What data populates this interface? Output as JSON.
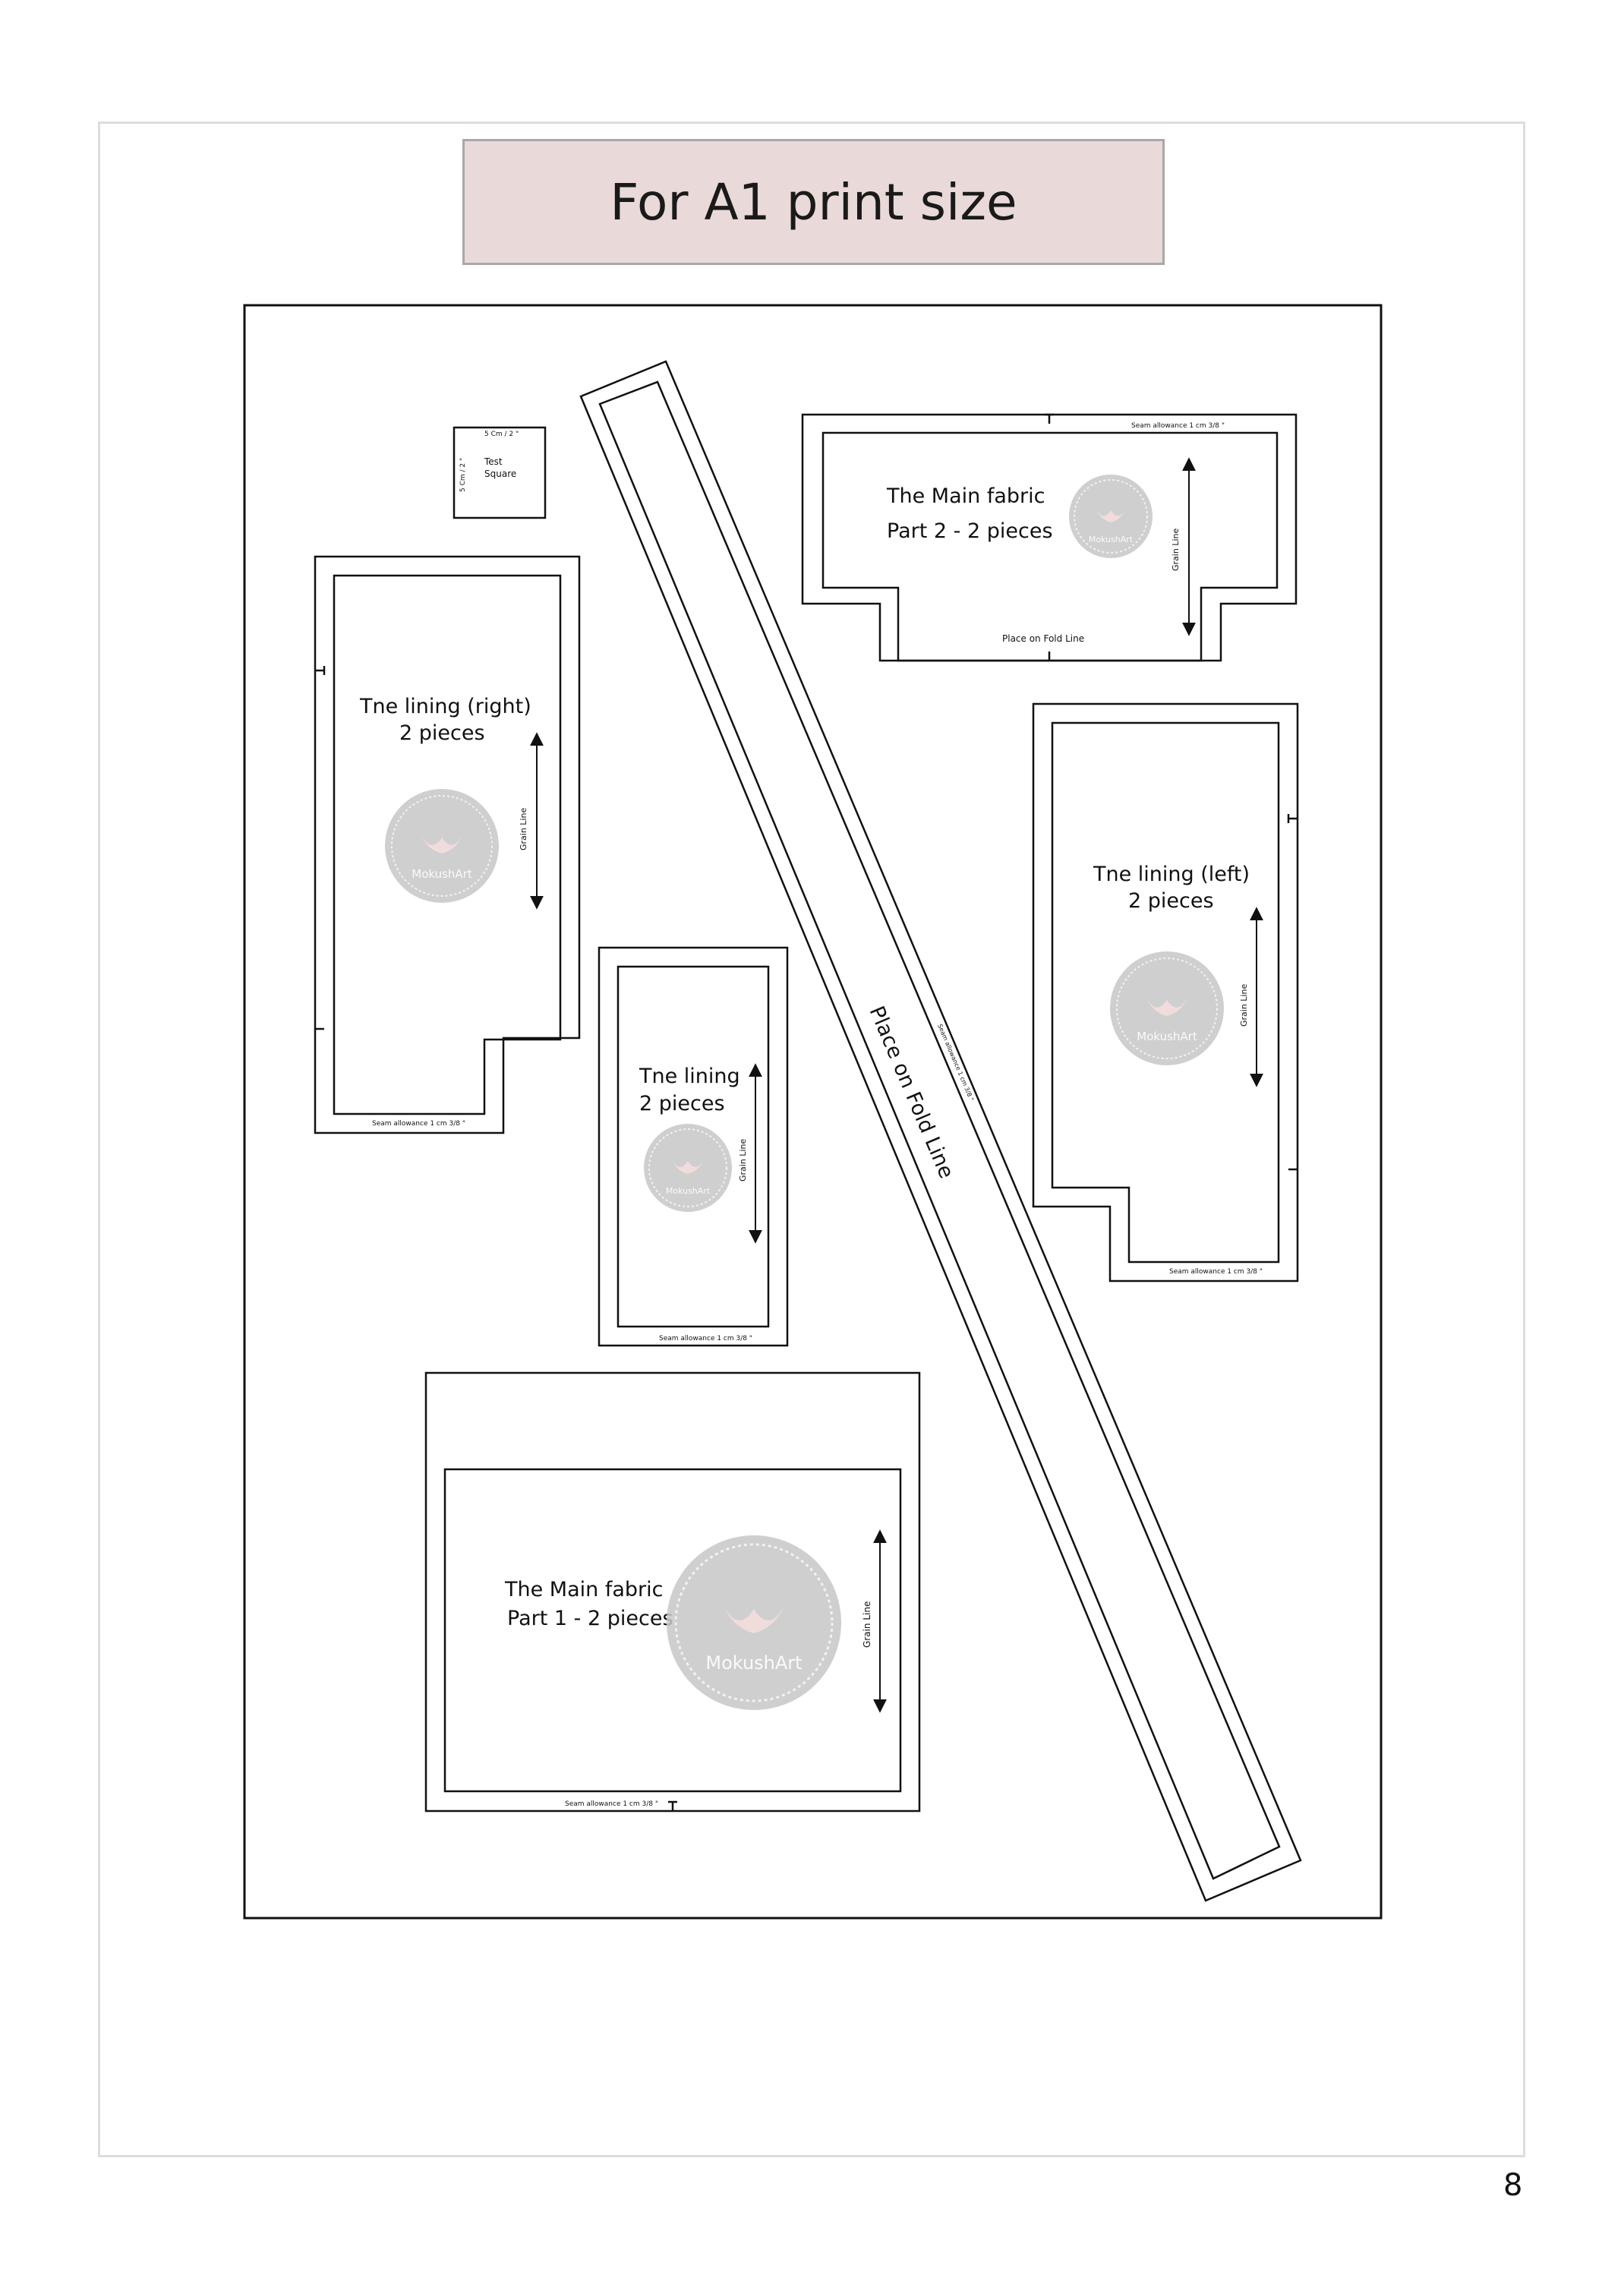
{
  "header": {
    "title": "For A1 print size"
  },
  "test_square": {
    "size_top": "5 Cm / 2 \"",
    "size_side": "5 Cm / 2 \"",
    "label_line1": "Test",
    "label_line2": "Square"
  },
  "pieces": {
    "main_part2": {
      "line1": "The Main fabric",
      "line2": "Part 2 - 2 pieces",
      "grain": "Grain Line",
      "fold": "Place on Fold Line",
      "seam": "Seam allowance 1 cm 3/8 \""
    },
    "lining_right": {
      "line1": "Tne lining (right)",
      "line2": "2 pieces",
      "grain": "Grain Line",
      "seam": "Seam allowance 1 cm 3/8 \""
    },
    "lining_center": {
      "line1": "Tne lining",
      "line2": "2 pieces",
      "grain": "Grain Line",
      "seam": "Seam allowance 1 cm 3/8 \""
    },
    "lining_left": {
      "line1": "Tne lining (left)",
      "line2": "2 pieces",
      "grain": "Grain Line",
      "seam": "Seam allowance 1 cm 3/8 \""
    },
    "main_part1": {
      "line1": "The Main fabric",
      "line2": "Part 1 - 2 pieces",
      "grain": "Grain Line",
      "seam": "Seam allowance 1 cm 3/8 \""
    },
    "strap": {
      "fold": "Place on Fold Line",
      "seam": "Seam allowance 1 cm 3/8 \""
    }
  },
  "watermark": {
    "brand": "MokushArt"
  },
  "footer": {
    "page_number": "8"
  }
}
